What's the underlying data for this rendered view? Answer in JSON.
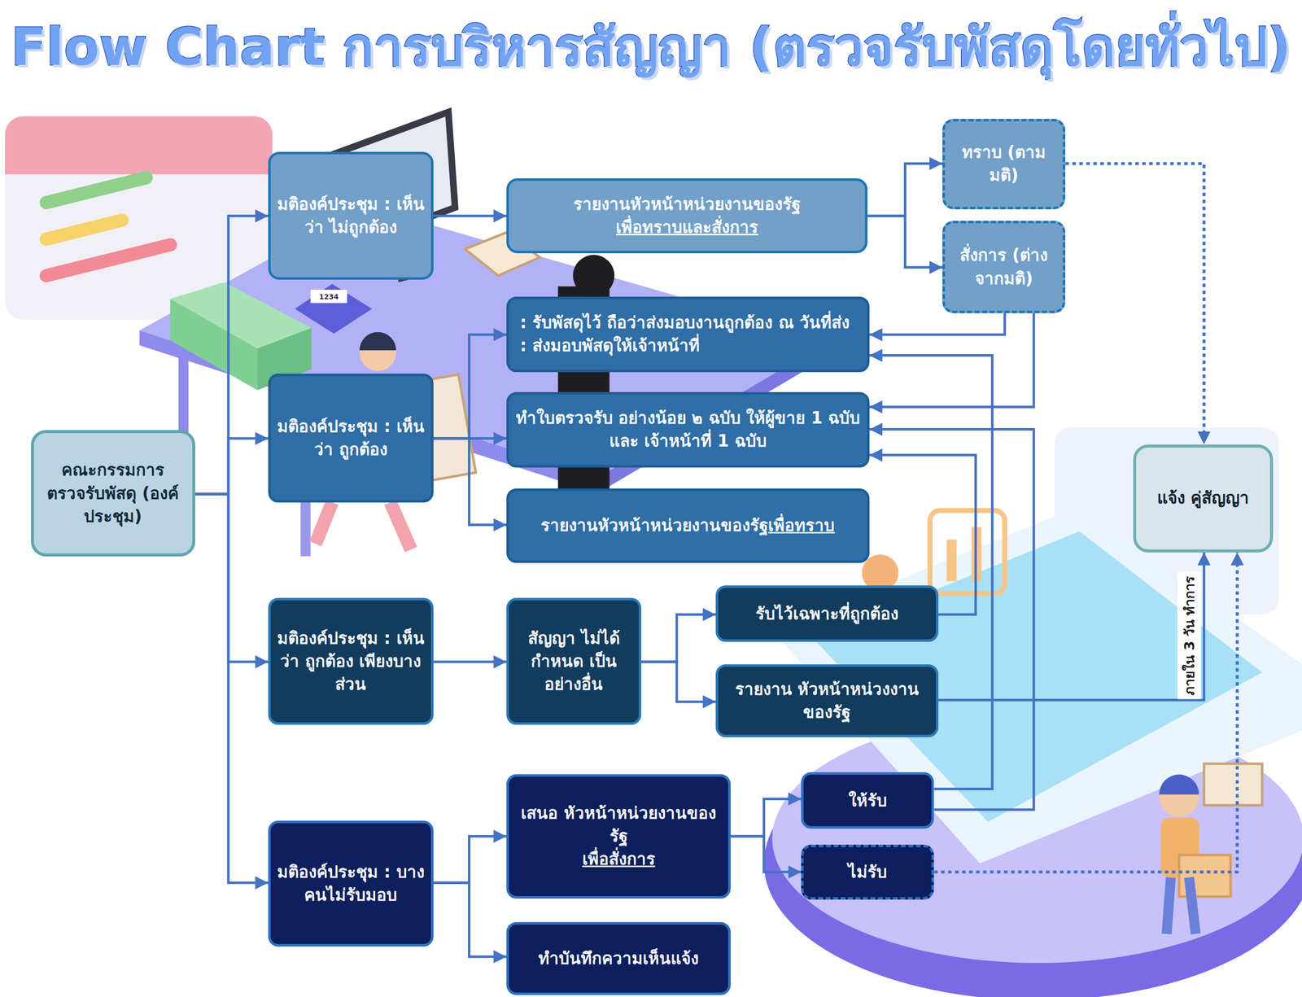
{
  "diagram": {
    "title": "Flow Chart การบริหารสัญญา (ตรวจรับพัสดุโดยทั่วไป)",
    "nodes": [
      {
        "text": [
          "คณะกรรมการ ตรวจรับพัสดุ (องค์ประชุม)"
        ]
      },
      {
        "text": [
          "มติองค์ประชุม : เห็นว่า ไม่ถูกต้อง"
        ]
      },
      {
        "text": [
          "รายงานหัวหน้าหน่วยงานของรัฐ",
          "เพื่อทราบและสั่งการ"
        ]
      },
      {
        "text": [
          "ทราบ (ตามมติ)"
        ]
      },
      {
        "text": [
          "สั่งการ (ต่างจากมติ)"
        ]
      },
      {
        "text": [
          "มติองค์ประชุม : เห็นว่า ถูกต้อง"
        ]
      },
      {
        "text": [
          ": รับพัสดุไว้ ถือว่าส่งมอบงานถูกต้อง ณ วันที่ส่ง",
          ": ส่งมอบพัสดุให้เจ้าหน้าที่"
        ]
      },
      {
        "text": [
          "ทำใบตรวจรับ อย่างน้อย ๒ ฉบับ ให้ผู้ขาย 1 ฉบับ และ เจ้าหน้าที่ 1 ฉบับ"
        ]
      },
      {
        "text": [
          "รายงานหัวหน้าหน่วยงานของรัฐ",
          "เพื่อทราบ"
        ]
      },
      {
        "text": [
          "แจ้ง คู่สัญญา"
        ]
      },
      {
        "text": [
          "มติองค์ประชุม : เห็นว่า ถูกต้อง เพียงบางส่วน"
        ]
      },
      {
        "text": [
          "สัญญา ไม่ได้กำหนด เป็นอย่างอื่น"
        ]
      },
      {
        "text": [
          "รับไว้เฉพาะที่ถูกต้อง"
        ]
      },
      {
        "text": [
          "รายงาน หัวหน้าหน่วงงานของรัฐ"
        ]
      },
      {
        "text": [
          "มติองค์ประชุม : บางคนไม่รับมอบ"
        ]
      },
      {
        "text": [
          "เสนอ หัวหน้าหน่วยงานของรัฐ",
          "เพื่อสั่งการ"
        ]
      },
      {
        "text": [
          "ทำบันทึกความเห็นแจ้ง"
        ]
      },
      {
        "text": [
          "ให้รับ"
        ]
      },
      {
        "text": [
          "ไม่รับ"
        ]
      }
    ],
    "edges": [
      {
        "from": 0,
        "to": 1,
        "arrow": "to"
      },
      {
        "from": 0,
        "to": 5,
        "arrow": "to"
      },
      {
        "from": 0,
        "to": 10,
        "arrow": "to"
      },
      {
        "from": 0,
        "to": 14,
        "arrow": "to"
      },
      {
        "from": 1,
        "to": 2,
        "arrow": "to"
      },
      {
        "from": 2,
        "to": 3,
        "arrow": "to"
      },
      {
        "from": 2,
        "to": 4,
        "arrow": "to"
      },
      {
        "from": 3,
        "to": 9,
        "arrow": "to"
      },
      {
        "from": 4,
        "to": 6,
        "arrow": "to"
      },
      {
        "from": 4,
        "to": 7,
        "arrow": "to"
      },
      {
        "from": 5,
        "to": 6,
        "arrow": "to"
      },
      {
        "from": 5,
        "to": 7,
        "arrow": "to"
      },
      {
        "from": 5,
        "to": 8,
        "arrow": "to"
      },
      {
        "from": 10,
        "to": 11,
        "arrow": "to"
      },
      {
        "from": 11,
        "to": 12,
        "arrow": "to"
      },
      {
        "from": 11,
        "to": 13,
        "arrow": "to"
      },
      {
        "from": 12,
        "to": 7,
        "arrow": "to"
      },
      {
        "from": 13,
        "to": 9,
        "label": "ภายใน 3 วัน ทำการ",
        "arrow": "to"
      },
      {
        "from": 14,
        "to": 15,
        "arrow": "to"
      },
      {
        "from": 14,
        "to": 16,
        "arrow": "to"
      },
      {
        "from": 15,
        "to": 17,
        "arrow": "to"
      },
      {
        "from": 15,
        "to": 18,
        "arrow": "to"
      },
      {
        "from": 17,
        "to": 6,
        "arrow": "to"
      },
      {
        "from": 17,
        "to": 7,
        "arrow": "to"
      },
      {
        "from": 18,
        "to": 9,
        "arrow": "to"
      }
    ],
    "labels": [
      "1234"
    ]
  }
}
